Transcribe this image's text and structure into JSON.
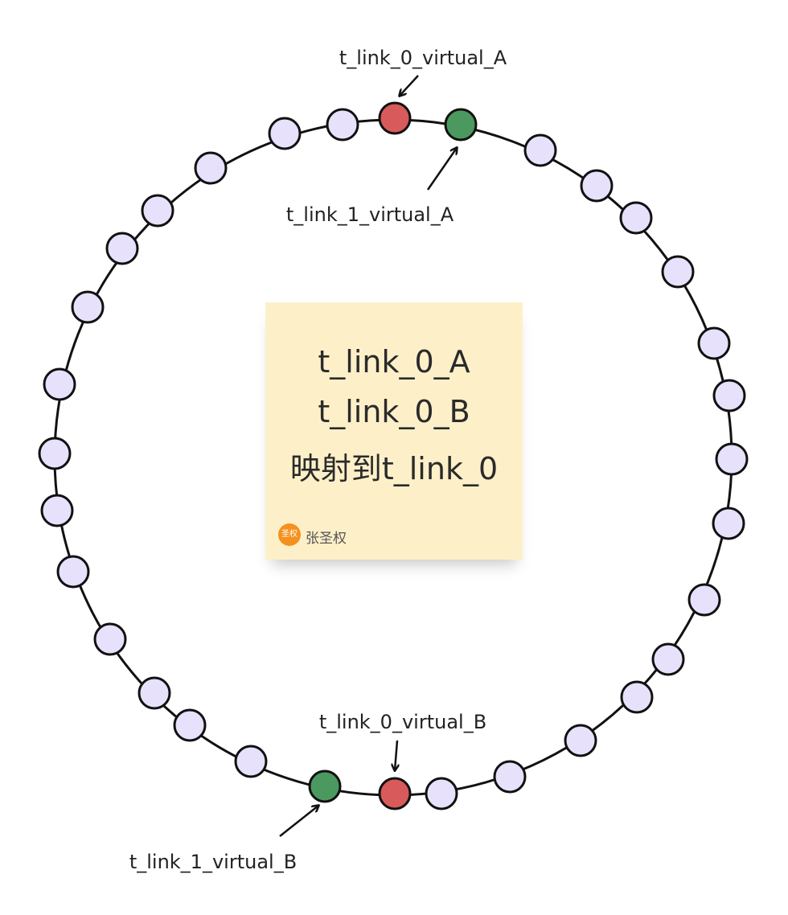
{
  "colors": {
    "ring": "#111111",
    "node_default": "#e7e1fb",
    "node_virtual_0": "#d95a5a",
    "node_virtual_1": "#4c9960",
    "sticky_bg": "#fdf0c9",
    "author_badge": "#f5911e"
  },
  "labels": {
    "top_red": "t_link_0_virtual_A",
    "top_green": "t_link_1_virtual_A",
    "bottom_red": "t_link_0_virtual_B",
    "bottom_green": "t_link_1_virtual_B"
  },
  "sticky_note": {
    "line1": "t_link_0_A",
    "line2": "t_link_0_B",
    "line3": "映射到t_link_0",
    "author_badge": "圣权",
    "author": "张圣权"
  }
}
